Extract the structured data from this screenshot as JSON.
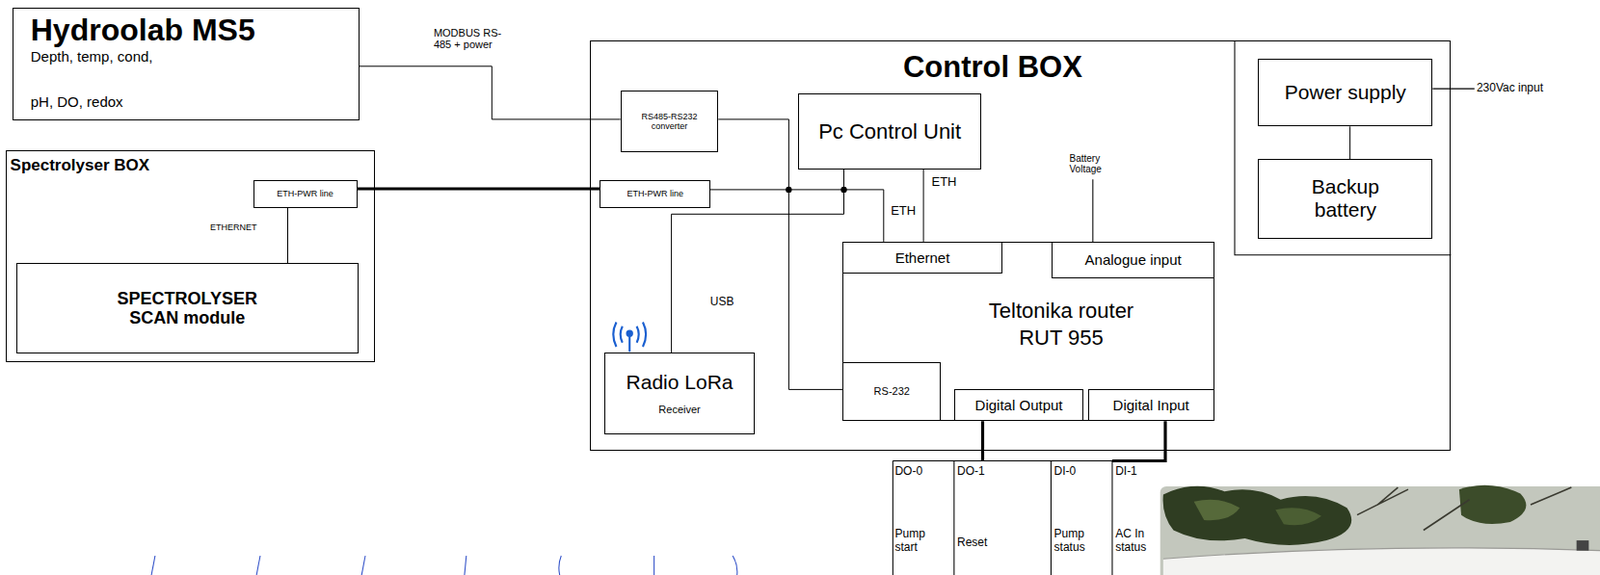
{
  "diagram": {
    "nodes": [
      {
        "text": [
          "Hydroolab MS5",
          "Depth, temp, cond,",
          "pH, DO, redox"
        ]
      },
      {
        "text": [
          "Spectrolyser BOX"
        ]
      },
      {
        "text": [
          "ETH-PWR line"
        ],
        "in": 1
      },
      {
        "text": [
          "SPECTROLYSER SCAN module"
        ],
        "in": 1
      },
      {
        "text": [
          "Control BOX"
        ]
      },
      {
        "text": [
          "RS485-RS232 converter"
        ],
        "in": 4
      },
      {
        "text": [
          "Pc Control Unit"
        ],
        "in": 4
      },
      {
        "text": [
          "ETH-PWR line"
        ],
        "in": 4
      },
      {
        "text": [
          "Power supply"
        ],
        "in": 4
      },
      {
        "text": [
          "Backup battery"
        ],
        "in": 4
      },
      {
        "text": [
          "Radio LoRa",
          "Receiver"
        ],
        "in": 4
      },
      {
        "text": [
          "Teltonika router RUT 955"
        ],
        "in": 4
      },
      {
        "text": [
          "Ethernet"
        ],
        "in": 11
      },
      {
        "text": [
          "Analogue input"
        ],
        "in": 11
      },
      {
        "text": [
          "RS-232"
        ],
        "in": 11
      },
      {
        "text": [
          "Digital Output"
        ],
        "in": 11
      },
      {
        "text": [
          "Digital Input"
        ],
        "in": 11
      }
    ],
    "edges": [
      {
        "from": 0,
        "to": 5,
        "arrow": "none",
        "label": "MODBUS RS-485 + power"
      },
      {
        "from": 2,
        "to": 7,
        "arrow": "none"
      },
      {
        "from": 2,
        "to": 3,
        "arrow": "none",
        "label": "ETHERNET"
      },
      {
        "from": 7,
        "to": 12,
        "arrow": "none",
        "label": "ETH"
      },
      {
        "from": 6,
        "to": 12,
        "arrow": "none",
        "label": "ETH"
      },
      {
        "from": 6,
        "to": 10,
        "arrow": "none",
        "label": "USB"
      },
      {
        "from": 5,
        "to": 14,
        "arrow": "none"
      },
      {
        "from": 8,
        "to": 9,
        "arrow": "none"
      }
    ],
    "labels": [
      "230Vac input",
      "Battery Voltage",
      "DO-0",
      "DO-1",
      "DI-0",
      "DI-1",
      "Pump start",
      "Reset",
      "Pump status",
      "AC In status"
    ]
  }
}
